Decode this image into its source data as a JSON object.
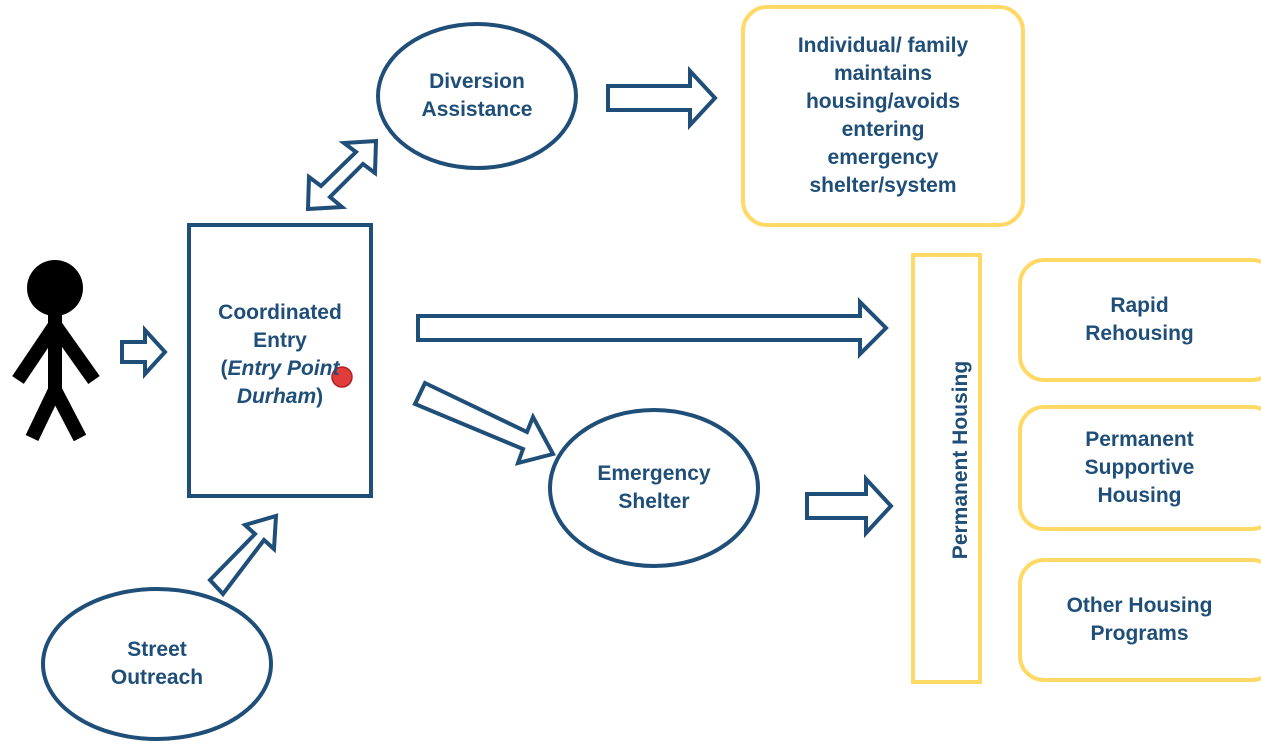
{
  "diagram": {
    "colors": {
      "stroke": "#1f4e79",
      "text": "#1f4e79",
      "outcome_border": "#ffd966",
      "figure": "#000000",
      "cursor_marker": "#e03c3c"
    },
    "nodes": {
      "person": {
        "icon": "stick-figure-icon"
      },
      "coordinated_entry": {
        "line1": "Coordinated",
        "line2": "Entry",
        "paren_open": "(",
        "italic": "Entry Point",
        "italic2": "Durham",
        "paren_close": ")"
      },
      "diversion": {
        "label": "Diversion\nAssistance"
      },
      "diversion_outcome": {
        "label": "Individual/ family\nmaintains\nhousing/avoids\nentering\nemergency\nshelter/system"
      },
      "emergency_shelter": {
        "label": "Emergency\nShelter"
      },
      "street_outreach": {
        "label": "Street\nOutreach"
      },
      "permanent_housing": {
        "label": "Permanent Housing"
      },
      "rapid_rehousing": {
        "label": "Rapid\nRehousing"
      },
      "permanent_supportive": {
        "label": "Permanent\nSupportive\nHousing"
      },
      "other_housing": {
        "label": "Other Housing\nPrograms"
      }
    }
  }
}
